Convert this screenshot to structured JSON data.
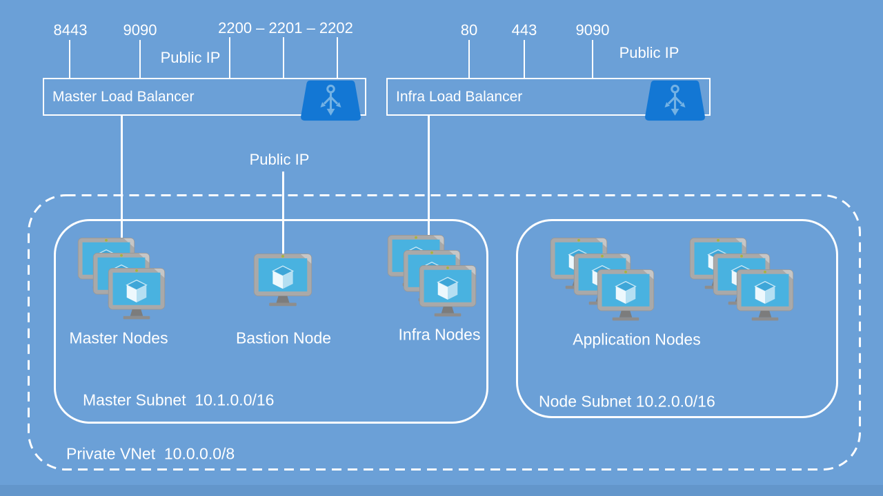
{
  "colors": {
    "background": "#6BA0D7",
    "footer_strip": "#6396CB",
    "lb_icon_fill": "#1377D4",
    "lb_icon_glyph": "#74B2E4",
    "vm_screen": "#49B2E0",
    "line": "#FFFFFF"
  },
  "master_lb_group": {
    "port1": "8443",
    "port2": "9090",
    "port3": "2200 – 2201 – 2202",
    "public_ip": "Public IP",
    "label": "Master Load Balancer"
  },
  "infra_lb_group": {
    "port1": "80",
    "port2": "443",
    "port3": "9090",
    "public_ip": "Public IP",
    "label": "Infra Load Balancer"
  },
  "bastion_group": {
    "public_ip": "Public IP"
  },
  "node_groups": {
    "master": {
      "label": "Master Nodes",
      "vm_count": 3
    },
    "bastion": {
      "label": "Bastion Node",
      "vm_count": 1
    },
    "infra": {
      "label": "Infra Nodes",
      "vm_count": 3
    },
    "application": {
      "label": "Application Nodes",
      "vm_count": 6
    }
  },
  "subnets": {
    "master": {
      "label": "Master Subnet  10.1.0.0/16"
    },
    "node": {
      "label": "Node Subnet 10.2.0.0/16"
    }
  },
  "vnet": {
    "label": "Private VNet  10.0.0.0/8"
  }
}
